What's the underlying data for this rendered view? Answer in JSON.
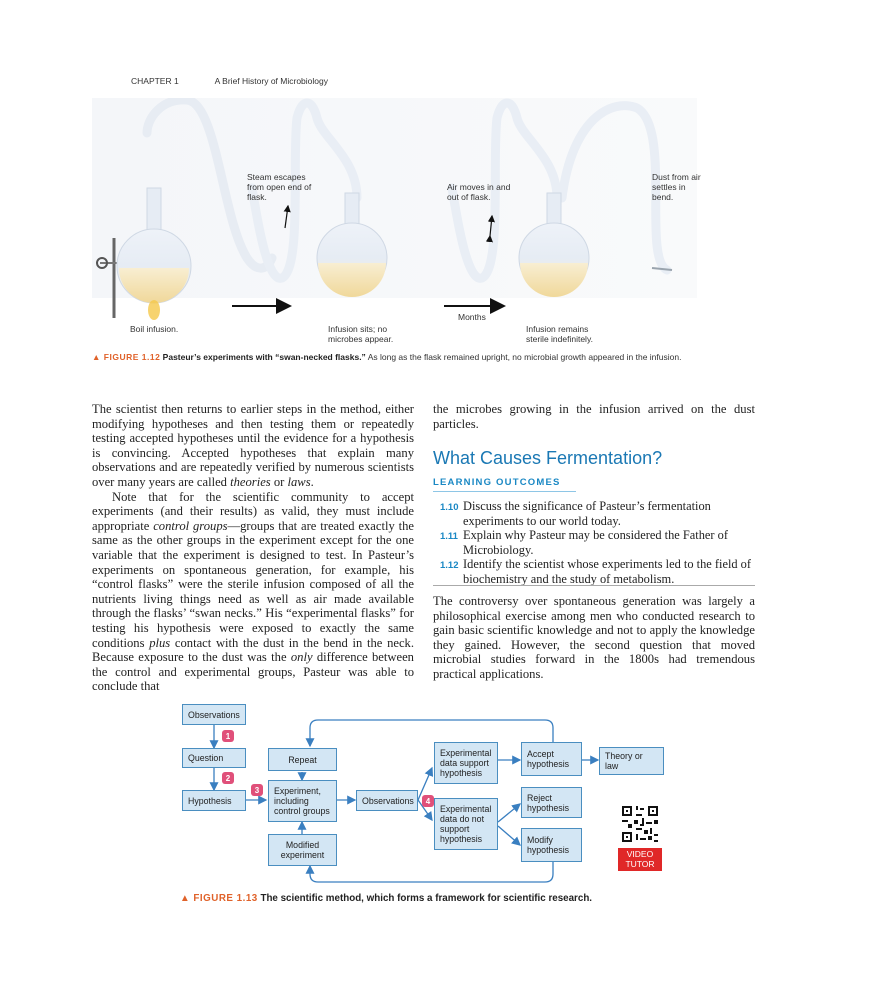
{
  "running_head": {
    "chapter": "CHAPTER 1",
    "title": "A Brief History of Microbiology"
  },
  "figure_112": {
    "annotations": {
      "steam": "Steam escapes from open end of flask.",
      "air": "Air moves in and out of flask.",
      "dust": "Dust from air settles in bend.",
      "boil": "Boil infusion.",
      "sits": "Infusion sits; no microbes appear.",
      "months": "Months",
      "sterile": "Infusion remains sterile indefinitely."
    },
    "caption": {
      "label": "▲ FIGURE 1.12",
      "title": "Pasteur’s experiments with “swan-necked flasks.”",
      "text": "As long as the flask remained upright, no microbial growth appeared in the infusion."
    }
  },
  "body": {
    "left_p1": "The scientist then returns to earlier steps in the method, either modifying hypotheses and then testing them or repeatedly testing accepted hypotheses until the evidence for a hypothesis is convincing. Accepted hypotheses that explain many observations and are repeatedly verified by numerous scientists over many years are called",
    "left_p1_theories": "theories",
    "left_p1_or": "or",
    "left_p1_laws": "laws",
    "left_p2_a": "Note that for the scientific community to accept experiments (and their results) as valid, they must include appropriate",
    "left_p2_control": "control groups",
    "left_p2_b": "—groups that are treated exactly the same as the other groups in the experiment except for the one variable that the experiment is designed to test. In Pasteur’s experiments on spontaneous generation, for example, his “control flasks” were the sterile infusion composed of all the nutrients living things need as well as air made available through the flasks’ “swan necks.” His “experimental flasks” for testing his hypothesis were exposed to exactly the same conditions",
    "left_p2_plus": "plus",
    "left_p2_c": "contact with the dust in the bend in the neck. Because exposure to the dust was the",
    "left_p2_only": "only",
    "left_p2_d": "difference between the control and experimental groups, Pasteur was able to conclude that",
    "right_p1": "the microbes growing in the infusion arrived on the dust particles.",
    "section_heading": "What Causes Fermentation?",
    "learning_outcomes_heading": "LEARNING OUTCOMES",
    "learning_outcomes": [
      {
        "num": "1.10",
        "text": "Discuss the significance of Pasteur’s fermentation experiments to our world today."
      },
      {
        "num": "1.11",
        "text": "Explain why Pasteur may be considered the Father of Microbiology."
      },
      {
        "num": "1.12",
        "text": "Identify the scientist whose experiments led to the field of biochemistry and the study of metabolism."
      }
    ],
    "right_p2": "The controversy over spontaneous generation was largely a philosophical exercise among men who conducted research to gain basic scientific knowledge and not to apply the knowledge they gained. However, the second question that moved microbial studies forward in the 1800s had tremendous practical applications."
  },
  "figure_113": {
    "boxes": {
      "observations1": "Observations",
      "question": "Question",
      "hypothesis": "Hypothesis",
      "repeat": "Repeat",
      "experiment": "Experiment, including control groups",
      "modified": "Modified experiment",
      "observations2": "Observations",
      "support": "Experimental data support hypothesis",
      "nosupport": "Experimental data do not support hypothesis",
      "accept": "Accept hypothesis",
      "reject": "Reject hypothesis",
      "modify": "Modify hypothesis",
      "theory": "Theory or law"
    },
    "badges": [
      "1",
      "2",
      "3",
      "4"
    ],
    "video_tutor": "VIDEO TUTOR",
    "caption": {
      "label": "▲ FIGURE 1.13",
      "text": "The scientific method, which forms a framework for scientific research."
    },
    "colors": {
      "box_fill": "#d3e6f4",
      "box_border": "#4a8ec0",
      "badge": "#e0507a",
      "arrow": "#3a7fc0",
      "tutor": "#e02828"
    }
  }
}
